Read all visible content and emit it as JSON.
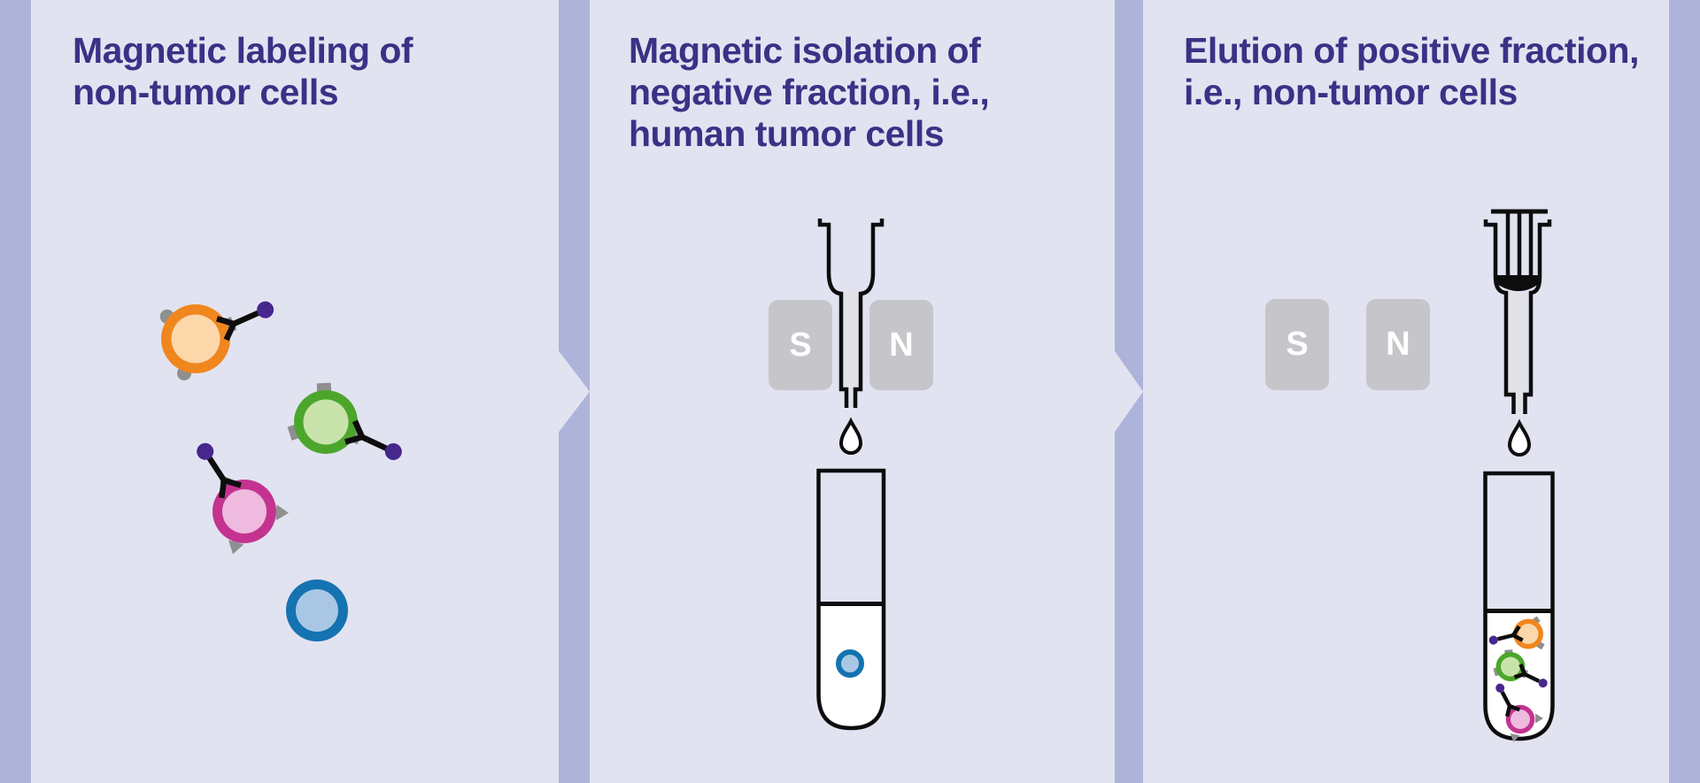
{
  "panels": [
    {
      "title": "Magnetic labeling of\nnon-tumor cells",
      "cells": [
        {
          "name": "non-tumor cell",
          "color": "orange",
          "magnetically_labeled": true
        },
        {
          "name": "non-tumor cell",
          "color": "green",
          "magnetically_labeled": true
        },
        {
          "name": "non-tumor cell",
          "color": "pink",
          "magnetically_labeled": true
        },
        {
          "name": "human tumor cell",
          "color": "blue",
          "magnetically_labeled": false
        }
      ]
    },
    {
      "title": "Magnetic isolation of\nnegative fraction, i.e.,\nhuman tumor cells",
      "magnets": {
        "south": "S",
        "north": "N"
      },
      "tube_contents": [
        {
          "name": "human tumor cell",
          "color": "blue",
          "magnetically_labeled": false
        }
      ]
    },
    {
      "title": "Elution of positive fraction,\ni.e., non-tumor cells",
      "magnets": {
        "south": "S",
        "north": "N"
      },
      "tube_contents": [
        {
          "name": "non-tumor cell",
          "color": "orange",
          "magnetically_labeled": true
        },
        {
          "name": "non-tumor cell",
          "color": "green",
          "magnetically_labeled": true
        },
        {
          "name": "non-tumor cell",
          "color": "pink",
          "magnetically_labeled": true
        }
      ]
    }
  ],
  "colors": {
    "bg_panel": "#e2e3f1",
    "strip": "#aeb3d9",
    "title": "#3b3186",
    "magnet": "#c6c5ca",
    "magnet_text": "#ffffff",
    "line": "#0d0d0d",
    "antibody": "#0d0d0d",
    "bead": "#46278d",
    "receptor": "#8f8f90",
    "column_fill": "#e1e1e8",
    "liquid": "#ffffff",
    "orange_ring": "#f0861e",
    "orange_inner": "#fbd7a9",
    "green_ring": "#4ca62c",
    "green_inner": "#c8e4ab",
    "pink_ring": "#c3338f",
    "pink_inner": "#eebade",
    "blue_ring": "#1473b0",
    "blue_inner": "#a9c7e5"
  }
}
